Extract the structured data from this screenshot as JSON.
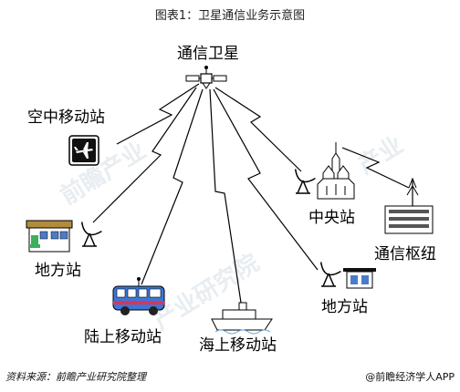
{
  "figure": {
    "title": "图表1：卫星通信业务示意图",
    "colors": {
      "line": "#000000",
      "bus": "#3a78d8",
      "bus_stripe": "#d9355a",
      "building_green": "#3fae5a",
      "window": "#4c7cc9"
    }
  },
  "nodes": {
    "satellite": {
      "label": "通信卫星",
      "icon": "satellite-icon"
    },
    "air_station": {
      "label": "空中移动站",
      "icon": "airplane-icon"
    },
    "ground_station_left": {
      "label": "地方站",
      "icon": "house-with-dish-icon"
    },
    "land_station": {
      "label": "陆上移动站",
      "icon": "bus-icon"
    },
    "sea_station": {
      "label": "海上移动站",
      "icon": "ship-icon"
    },
    "central_station": {
      "label": "中央站",
      "icon": "cathedral-with-dish-icon"
    },
    "hub": {
      "label": "通信枢纽",
      "icon": "building-with-antenna-icon"
    },
    "ground_station_right": {
      "label": "地方站",
      "icon": "building-with-dish-icon"
    }
  },
  "footer": {
    "source": "资料来源：前瞻产业研究院整理",
    "brand": "@前瞻经济学人APP"
  }
}
